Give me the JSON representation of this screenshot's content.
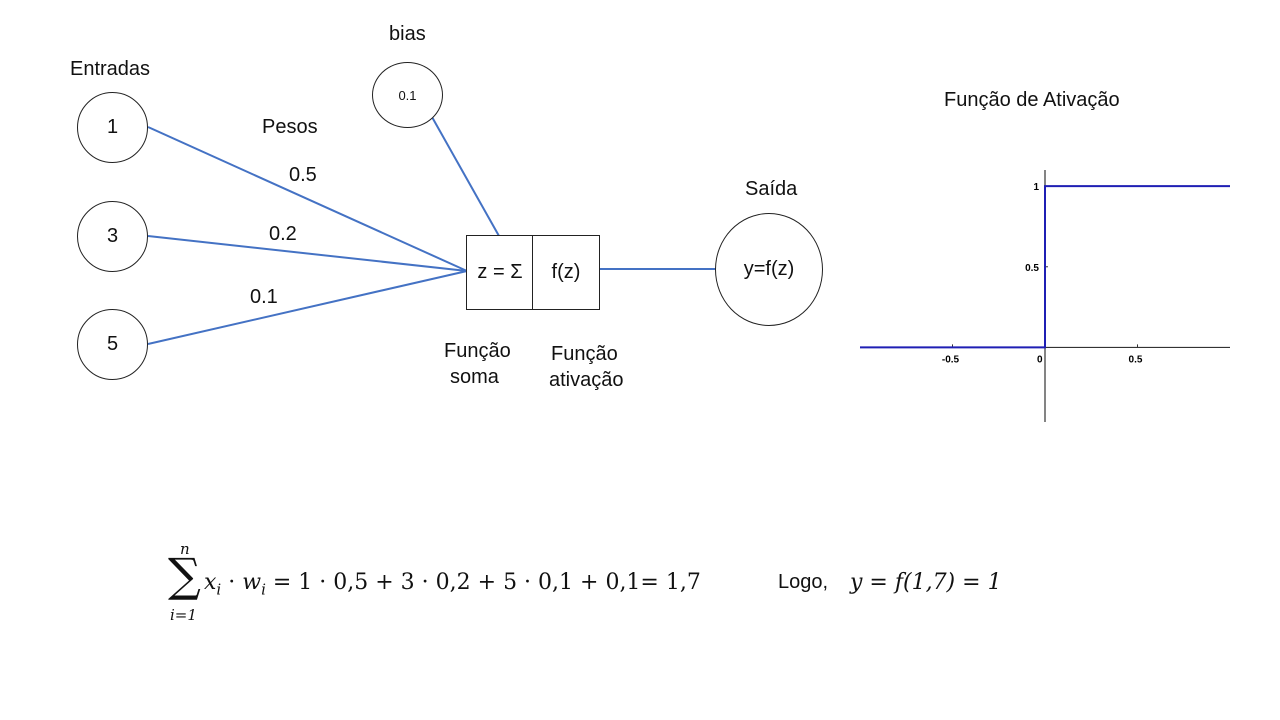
{
  "labels": {
    "inputs_title": "Entradas",
    "weights_title": "Pesos",
    "bias_title": "bias",
    "output_title": "Saída",
    "sum_caption_line1": "Função",
    "sum_caption_line2": "soma",
    "activation_caption_line1": "Função",
    "activation_caption_line2": "ativação",
    "chart_title": "Função de Ativação"
  },
  "inputs": [
    {
      "value": "1",
      "weight": "0.5"
    },
    {
      "value": "3",
      "weight": "0.2"
    },
    {
      "value": "5",
      "weight": "0.1"
    }
  ],
  "bias": {
    "value": "0.1"
  },
  "sum_box": {
    "text": "z = Σ"
  },
  "activation_box": {
    "text": "f(z)"
  },
  "output": {
    "text": "y=f(z)"
  },
  "formula": {
    "sum_upper": "n",
    "sum_lower": "i=1",
    "sigma": "∑",
    "expr_x": "x",
    "expr_x_sub": "i",
    "expr_dot": " · ",
    "expr_w": "w",
    "expr_w_sub": "i",
    "expr_rest": " = 1 · 0,5 + 3 · 0,2 + 5 · 0,1 + 0,1= 1,7",
    "logo_text": "Logo,",
    "result": "y = f(1,7) = 1"
  },
  "colors": {
    "wire": "#4472C4",
    "step_line": "#1F1FB4",
    "axis": "#333333"
  },
  "chart_data": {
    "type": "line",
    "title": "Função de Ativação",
    "xlabel": "",
    "ylabel": "",
    "xlim": [
      -1,
      1
    ],
    "ylim": [
      -0.45,
      1.1
    ],
    "x_ticks": [
      -0.5,
      0,
      0.5
    ],
    "x_tick_labels": [
      "-0.5",
      "0",
      "0.5"
    ],
    "y_ticks": [
      0.5,
      1
    ],
    "y_tick_labels": [
      "0.5",
      "1"
    ],
    "grid": false,
    "series": [
      {
        "x": [
          -1,
          0,
          0,
          1
        ],
        "y": [
          0,
          0,
          1,
          1
        ]
      }
    ]
  }
}
